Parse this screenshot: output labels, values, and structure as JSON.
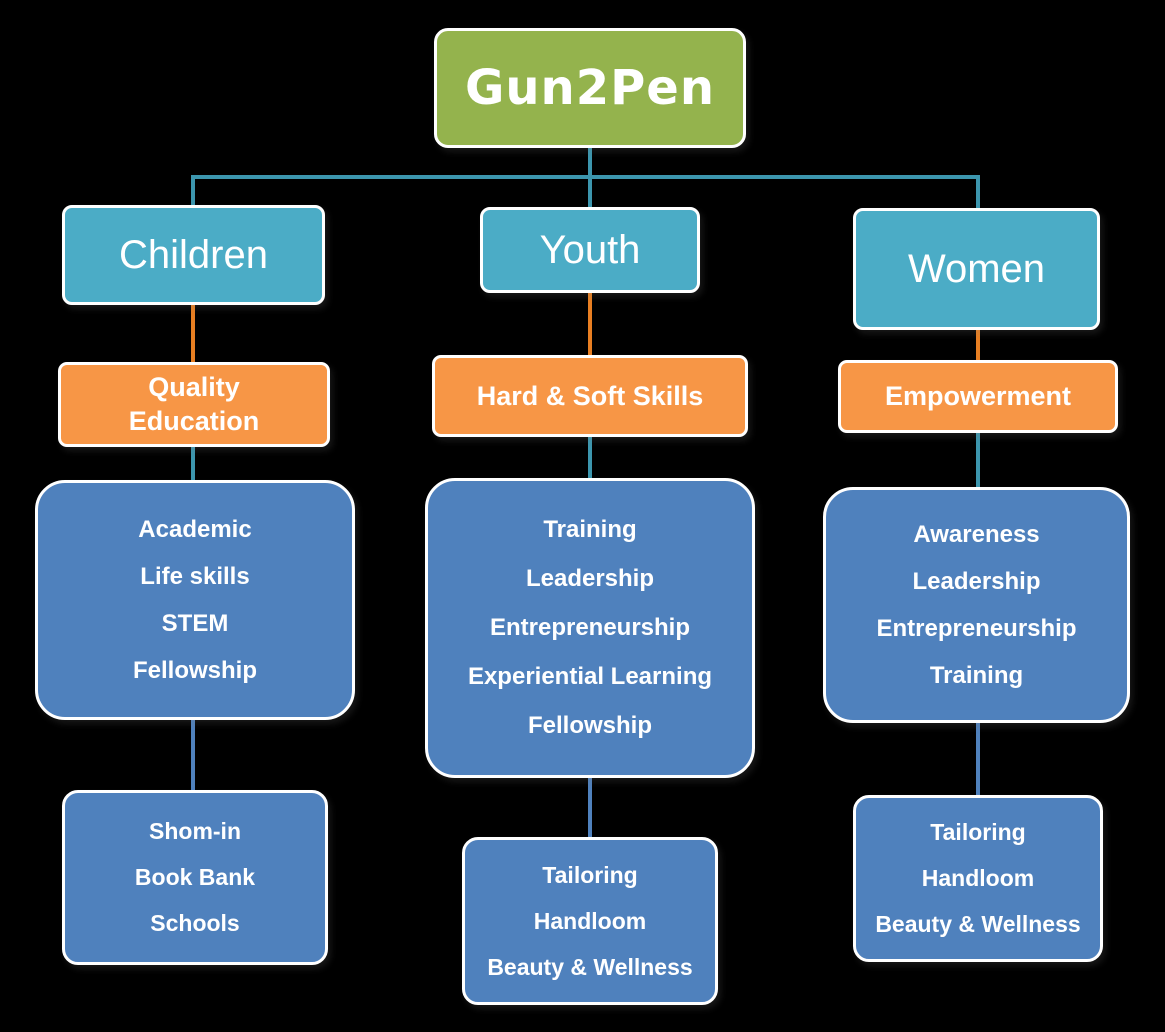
{
  "root": {
    "label": "Gun2Pen"
  },
  "colors": {
    "green": "#94B34D",
    "teal": "#4BACC6",
    "orange": "#F79646",
    "blue": "#4F81BD",
    "teal_line": "#3C96AE",
    "orange_line": "#E87F22",
    "blue_line": "#4F81BD",
    "background": "#000000",
    "text": "#FFFFFF",
    "border": "#FFFFFF"
  },
  "columns": [
    {
      "group": {
        "label": "Children"
      },
      "focus": {
        "label": "Quality Education"
      },
      "programs": [
        "Academic",
        "Life skills",
        "STEM",
        "Fellowship"
      ],
      "initiatives": [
        "Shom-in",
        "Book Bank",
        "Schools"
      ]
    },
    {
      "group": {
        "label": "Youth"
      },
      "focus": {
        "label": "Hard & Soft Skills"
      },
      "programs": [
        "Training",
        "Leadership",
        "Entrepreneurship",
        "Experiential Learning",
        "Fellowship"
      ],
      "initiatives": [
        "Tailoring",
        "Handloom",
        "Beauty & Wellness"
      ]
    },
    {
      "group": {
        "label": "Women"
      },
      "focus": {
        "label": "Empowerment"
      },
      "programs": [
        "Awareness",
        "Leadership",
        "Entrepreneurship",
        "Training"
      ],
      "initiatives": [
        "Tailoring",
        "Handloom",
        "Beauty & Wellness"
      ]
    }
  ]
}
